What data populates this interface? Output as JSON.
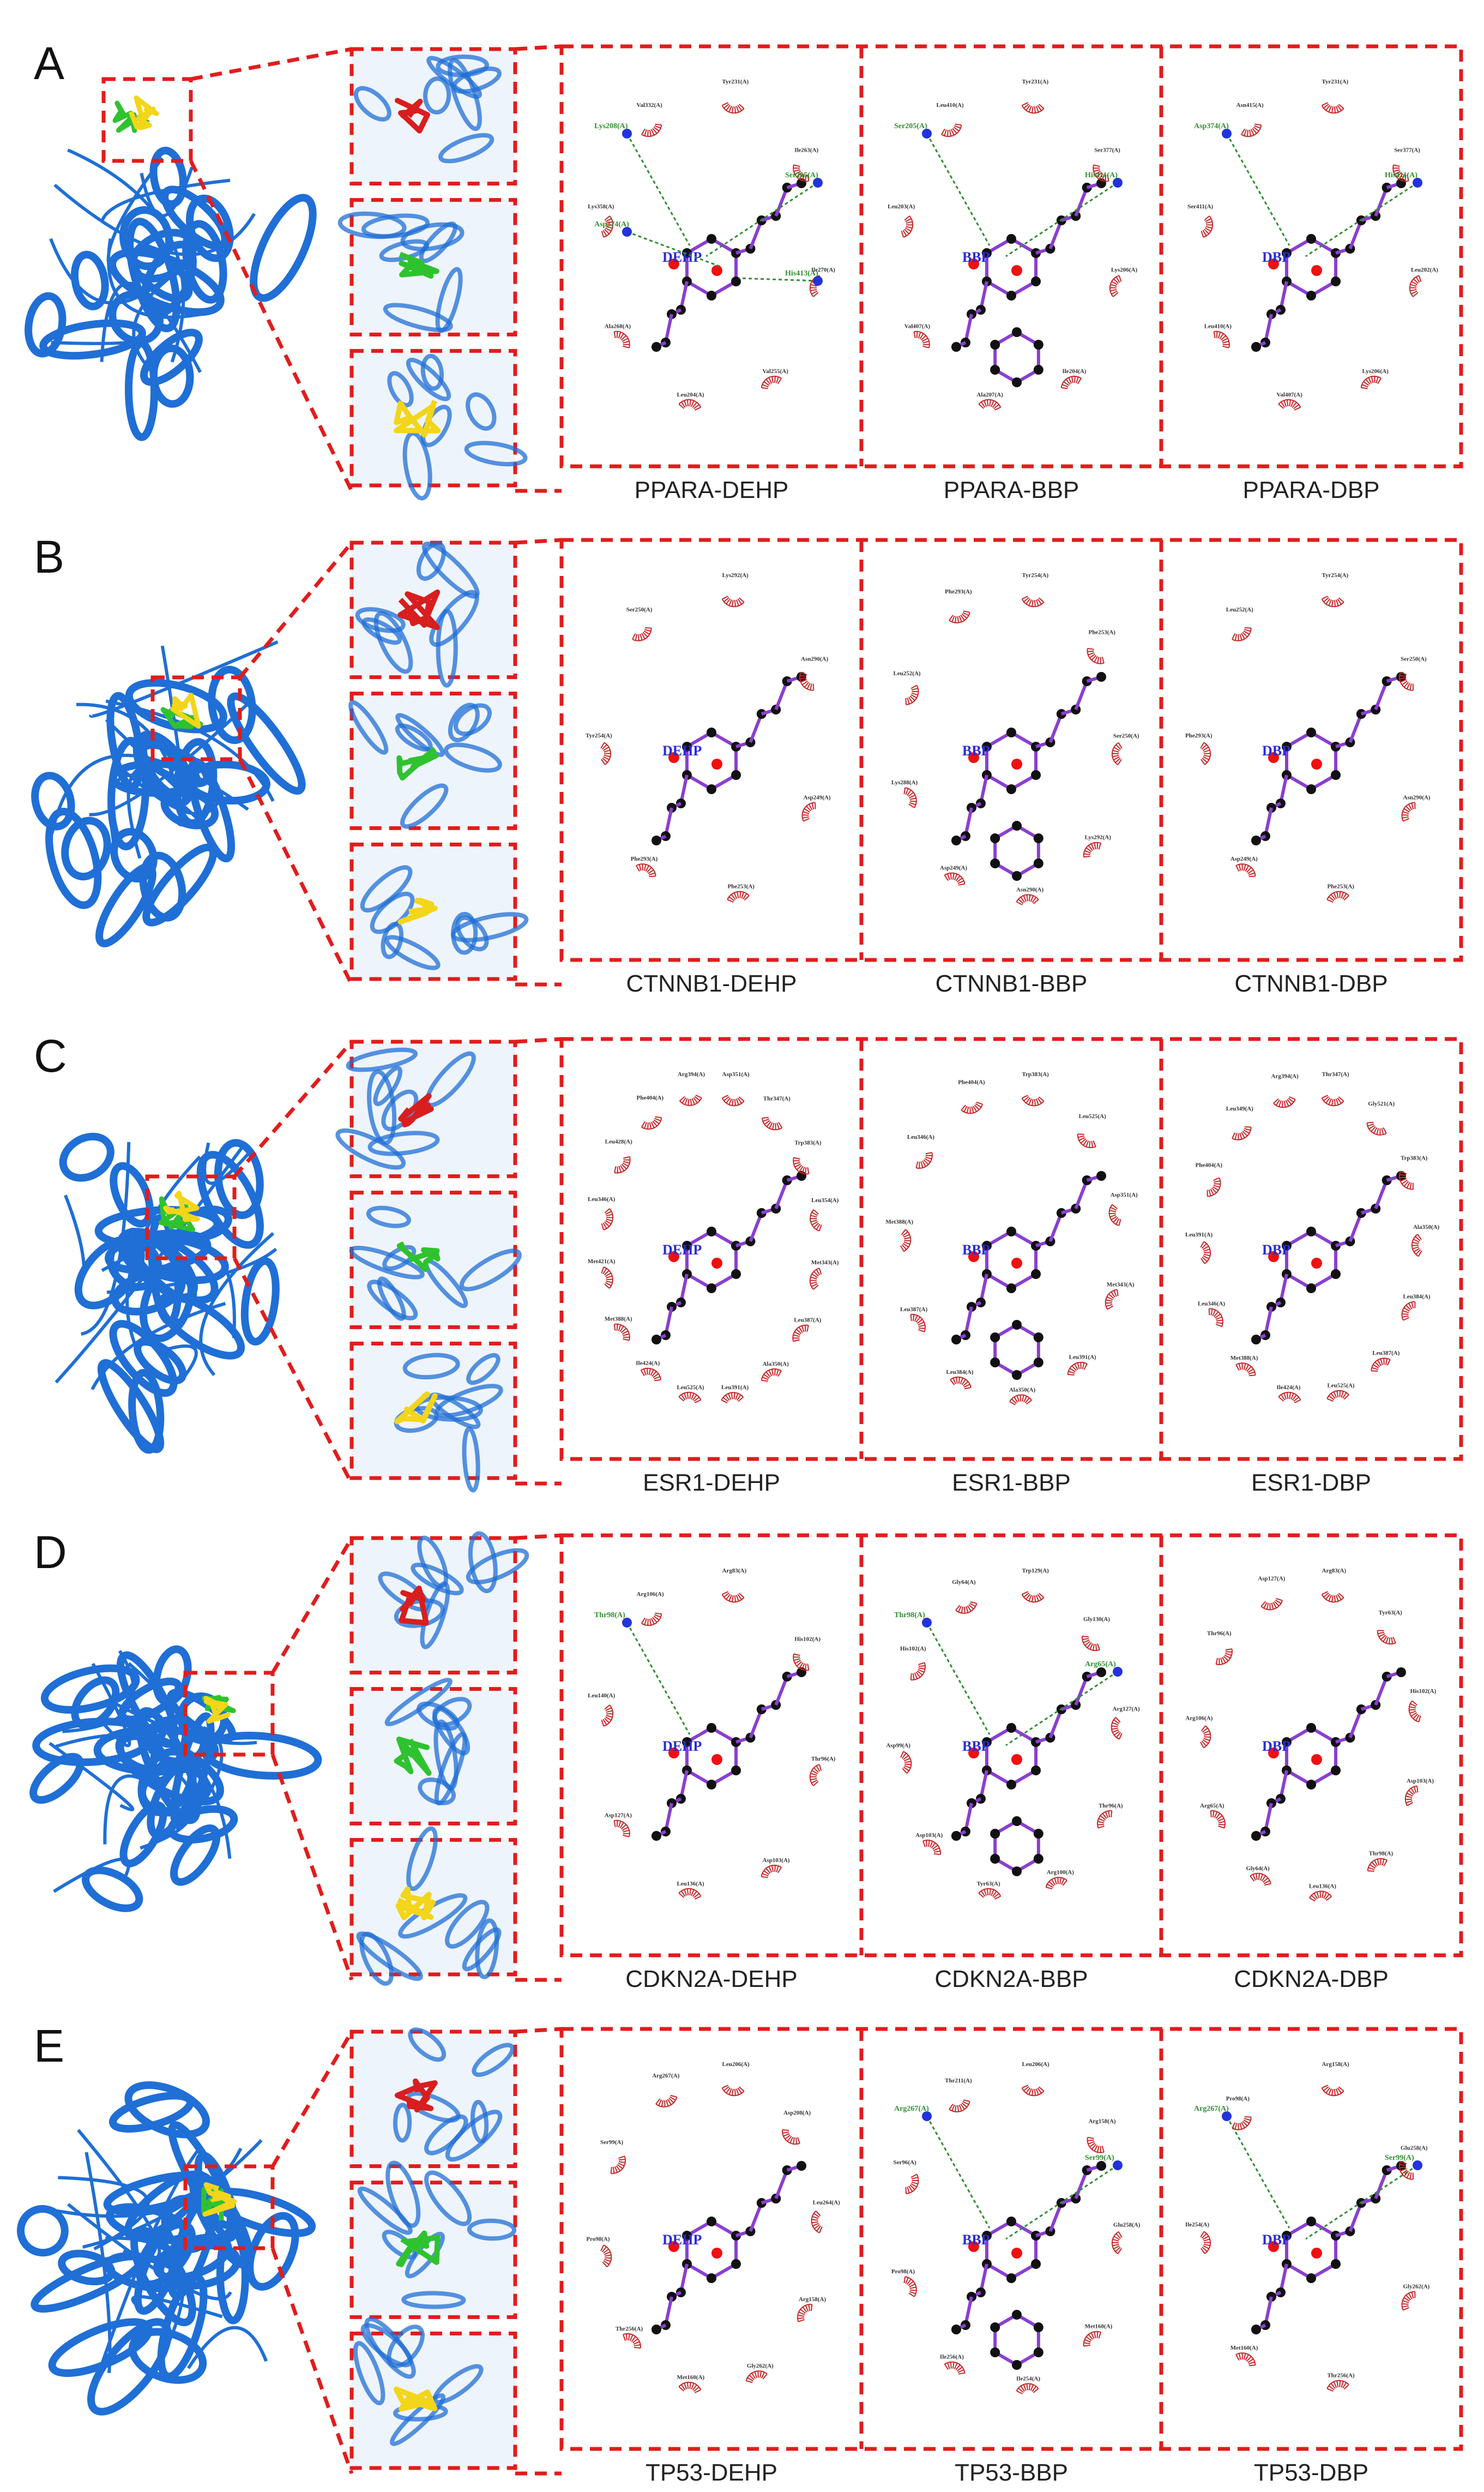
{
  "colors": {
    "frame": "#e21c1c",
    "protein": "#1f6fd6",
    "ligand_dehp": "#d81e1e",
    "ligand_bbp": "#2fc22f",
    "ligand_dbp": "#f3d51a",
    "bond": "#8a3fd0",
    "atom": "#111111",
    "oxygen": "#e11",
    "nitrogen": "#2233dd",
    "hbond": "#2f8f2f",
    "hydrophobic": "#c62828"
  },
  "panels": [
    {
      "letter": "A",
      "captions": [
        "PPARA-DEHP",
        "PPARA-BBP",
        "PPARA-DBP"
      ],
      "maps": [
        {
          "ligand": "DEHP",
          "residues": [
            "Tyr231(A)",
            "Ile263(A)",
            "Ile270(A)",
            "Val255(A)",
            "Leu204(A)",
            "Ala268(A)",
            "Lys358(A)",
            "Val332(A)"
          ],
          "hbond_residues": [
            "Lys208(A)",
            "Ser205(A)",
            "Asp374(A)",
            "His413(A)"
          ]
        },
        {
          "ligand": "BBP",
          "residues": [
            "Tyr231(A)",
            "Ser377(A)",
            "Lys206(A)",
            "Ile204(A)",
            "Ala207(A)",
            "Val407(A)",
            "Leu203(A)",
            "Leu410(A)"
          ],
          "hbond_residues": [
            "Ser205(A)",
            "His411(A)"
          ]
        },
        {
          "ligand": "DBP",
          "residues": [
            "Tyr231(A)",
            "Ser377(A)",
            "Leu202(A)",
            "Lys206(A)",
            "Val407(A)",
            "Leu410(A)",
            "Ser411(A)",
            "Asn415(A)"
          ],
          "hbond_residues": [
            "Asp374(A)",
            "His411(A)"
          ]
        }
      ]
    },
    {
      "letter": "B",
      "captions": [
        "CTNNB1-DEHP",
        "CTNNB1-BBP",
        "CTNNB1-DBP"
      ],
      "maps": [
        {
          "ligand": "DEHP",
          "residues": [
            "Lys292(A)",
            "Asn290(A)",
            "Asp249(A)",
            "Phe253(A)",
            "Phe293(A)",
            "Tyr254(A)",
            "Ser250(A)"
          ],
          "hbond_residues": []
        },
        {
          "ligand": "BBP",
          "residues": [
            "Tyr254(A)",
            "Phe253(A)",
            "Ser250(A)",
            "Lys292(A)",
            "Asn290(A)",
            "Asp249(A)",
            "Lys288(A)",
            "Leu252(A)",
            "Phe293(A)"
          ],
          "hbond_residues": []
        },
        {
          "ligand": "DBP",
          "residues": [
            "Tyr254(A)",
            "Ser250(A)",
            "Asn290(A)",
            "Phe253(A)",
            "Asp249(A)",
            "Phe293(A)",
            "Leu252(A)"
          ],
          "hbond_residues": []
        }
      ]
    },
    {
      "letter": "C",
      "captions": [
        "ESR1-DEHP",
        "ESR1-BBP",
        "ESR1-DBP"
      ],
      "maps": [
        {
          "ligand": "DEHP",
          "residues": [
            "Asp351(A)",
            "Thr347(A)",
            "Trp383(A)",
            "Leu354(A)",
            "Met343(A)",
            "Leu387(A)",
            "Ala350(A)",
            "Leu391(A)",
            "Leu525(A)",
            "Ile424(A)",
            "Met388(A)",
            "Met421(A)",
            "Leu346(A)",
            "Leu428(A)",
            "Phe404(A)",
            "Arg394(A)"
          ],
          "hbond_residues": []
        },
        {
          "ligand": "BBP",
          "residues": [
            "Trp383(A)",
            "Leu525(A)",
            "Asp351(A)",
            "Met343(A)",
            "Leu391(A)",
            "Ala350(A)",
            "Leu384(A)",
            "Leu387(A)",
            "Met388(A)",
            "Leu346(A)",
            "Phe404(A)"
          ],
          "hbond_residues": []
        },
        {
          "ligand": "DBP",
          "residues": [
            "Thr347(A)",
            "Gly521(A)",
            "Trp383(A)",
            "Ala350(A)",
            "Leu384(A)",
            "Leu387(A)",
            "Leu525(A)",
            "Ile424(A)",
            "Met388(A)",
            "Leu346(A)",
            "Leu391(A)",
            "Phe404(A)",
            "Leu349(A)",
            "Arg394(A)"
          ],
          "hbond_residues": []
        }
      ]
    },
    {
      "letter": "D",
      "captions": [
        "CDKN2A-DEHP",
        "CDKN2A-BBP",
        "CDKN2A-DBP"
      ],
      "maps": [
        {
          "ligand": "DEHP",
          "residues": [
            "Arg83(A)",
            "His102(A)",
            "Thr96(A)",
            "Asp103(A)",
            "Leu136(A)",
            "Asp127(A)",
            "Leu140(A)",
            "Arg106(A)"
          ],
          "hbond_residues": [
            "Thr98(A)"
          ]
        },
        {
          "ligand": "BBP",
          "residues": [
            "Trp129(A)",
            "Gly130(A)",
            "Arg127(A)",
            "Thr96(A)",
            "Arg100(A)",
            "Tyr63(A)",
            "Asp103(A)",
            "Asp99(A)",
            "His102(A)",
            "Gly64(A)"
          ],
          "hbond_residues": [
            "Thr98(A)",
            "Arg65(A)"
          ]
        },
        {
          "ligand": "DBP",
          "residues": [
            "Arg83(A)",
            "Tyr63(A)",
            "His102(A)",
            "Asp103(A)",
            "Thr98(A)",
            "Leu136(A)",
            "Gly64(A)",
            "Arg65(A)",
            "Arg106(A)",
            "Thr96(A)",
            "Asp127(A)"
          ],
          "hbond_residues": []
        }
      ]
    },
    {
      "letter": "E",
      "captions": [
        "TP53-DEHP",
        "TP53-BBP",
        "TP53-DBP"
      ],
      "maps": [
        {
          "ligand": "DEHP",
          "residues": [
            "Leu206(A)",
            "Asp208(A)",
            "Leu264(A)",
            "Arg158(A)",
            "Gly262(A)",
            "Met160(A)",
            "Thr256(A)",
            "Pro98(A)",
            "Ser99(A)",
            "Arg267(A)"
          ],
          "hbond_residues": []
        },
        {
          "ligand": "BBP",
          "residues": [
            "Leu206(A)",
            "Arg158(A)",
            "Glu258(A)",
            "Met160(A)",
            "Ile254(A)",
            "Ile256(A)",
            "Pro98(A)",
            "Ser96(A)",
            "Thr211(A)"
          ],
          "hbond_residues": [
            "Arg267(A)",
            "Ser99(A)"
          ]
        },
        {
          "ligand": "DBP",
          "residues": [
            "Arg158(A)",
            "Glu258(A)",
            "Gly262(A)",
            "Thr256(A)",
            "Met160(A)",
            "Ile254(A)",
            "Pro98(A)"
          ],
          "hbond_residues": [
            "Arg267(A)",
            "Ser99(A)"
          ]
        }
      ]
    }
  ]
}
